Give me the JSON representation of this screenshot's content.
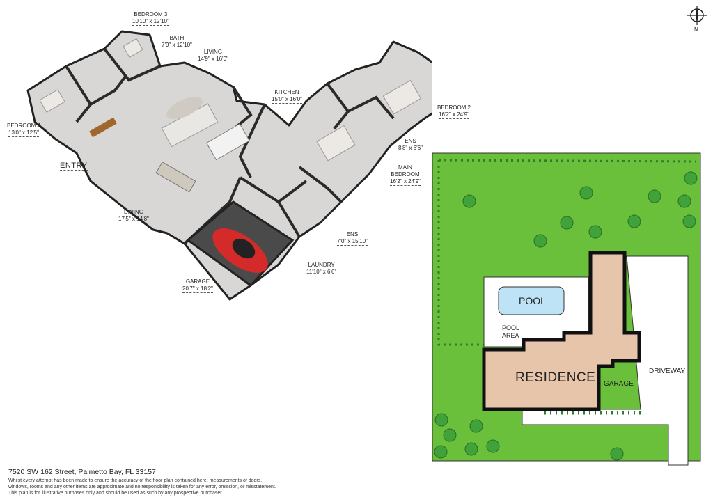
{
  "rooms": {
    "bedroom3": {
      "name": "BEDROOM 3",
      "dims": "10'10\" x 12'10\""
    },
    "bath": {
      "name": "BATH",
      "dims": "7'9\" x 12'10\""
    },
    "living": {
      "name": "LIVING",
      "dims": "14'9\" x 16'0\""
    },
    "kitchen": {
      "name": "KITCHEN",
      "dims": "15'0\" x 16'0\""
    },
    "bedroom2": {
      "name": "BEDROOM 2",
      "dims": "16'2\" x 24'9\""
    },
    "bedroom4": {
      "name": "BEDROOM 4",
      "dims": "13'0\" x 12'5\""
    },
    "ens1": {
      "name": "ENS",
      "dims": "8'8\" x 6'6\""
    },
    "main_bedroom": {
      "name": "MAIN",
      "name2": "BEDROOM",
      "dims": "16'2\" x 24'9\""
    },
    "dining": {
      "name": "DINING",
      "dims": "17'5\" x 14'8\""
    },
    "ens2": {
      "name": "ENS",
      "dims": "7'0\" x 15'10\""
    },
    "laundry": {
      "name": "LAUNDRY",
      "dims": "11'10\" x 6'6\""
    },
    "garage": {
      "name": "GARAGE",
      "dims": "20'7\" x 18'2\""
    }
  },
  "entry": "ENTRY",
  "site": {
    "pool": "POOL",
    "pool_area_line1": "POOL",
    "pool_area_line2": "AREA",
    "residence": "RESIDENCE",
    "garage": "GARAGE",
    "driveway": "DRIVEWAY"
  },
  "compass": {
    "label": "N"
  },
  "footer": {
    "address": "7520 SW 162 Street, Palmetto Bay, FL 33157",
    "disclaimer_1": "Whilst every attempt has been made to ensure the accuracy of the floor plan contained here, measurements of doors,",
    "disclaimer_2": "windows, rooms and any other items are approximate and no responsibility is taken for any error, omission, or misstatement.",
    "disclaimer_3": "This plan is for illustrative purposes only and should be used as such by any prospective purchaser."
  },
  "colors": {
    "lawn": "#6abf3b",
    "residence": "#e7c5aa",
    "pool": "#bfe3f6",
    "tree": "#3fa33a",
    "floor": "#d8d6d4",
    "wall": "#2a2a2a",
    "car": "#d42a2a"
  }
}
